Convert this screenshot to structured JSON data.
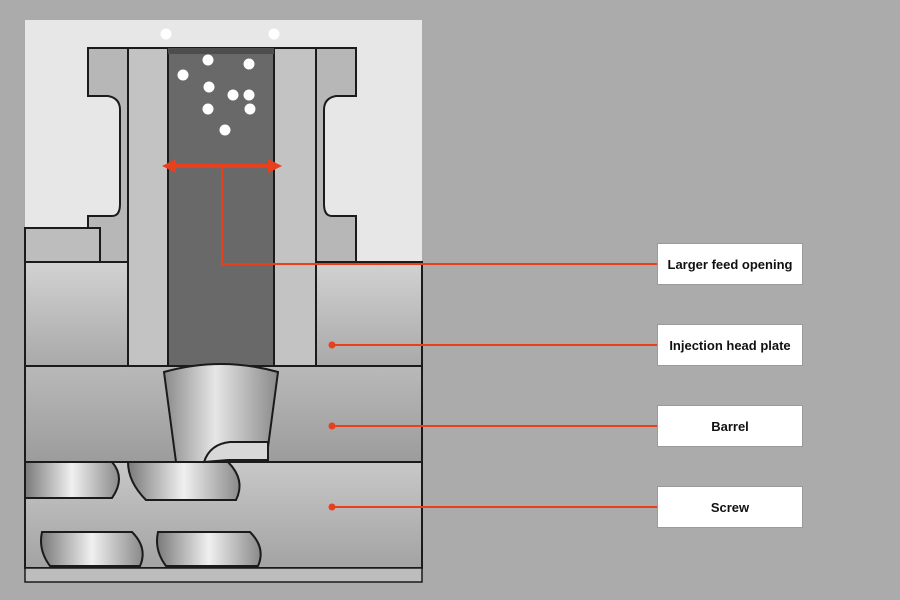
{
  "diagram": {
    "accent_color": "#e8401c",
    "labels": {
      "feed_opening": "Larger feed opening",
      "head_plate": "Injection head plate",
      "barrel": "Barrel",
      "screw": "Screw"
    }
  }
}
